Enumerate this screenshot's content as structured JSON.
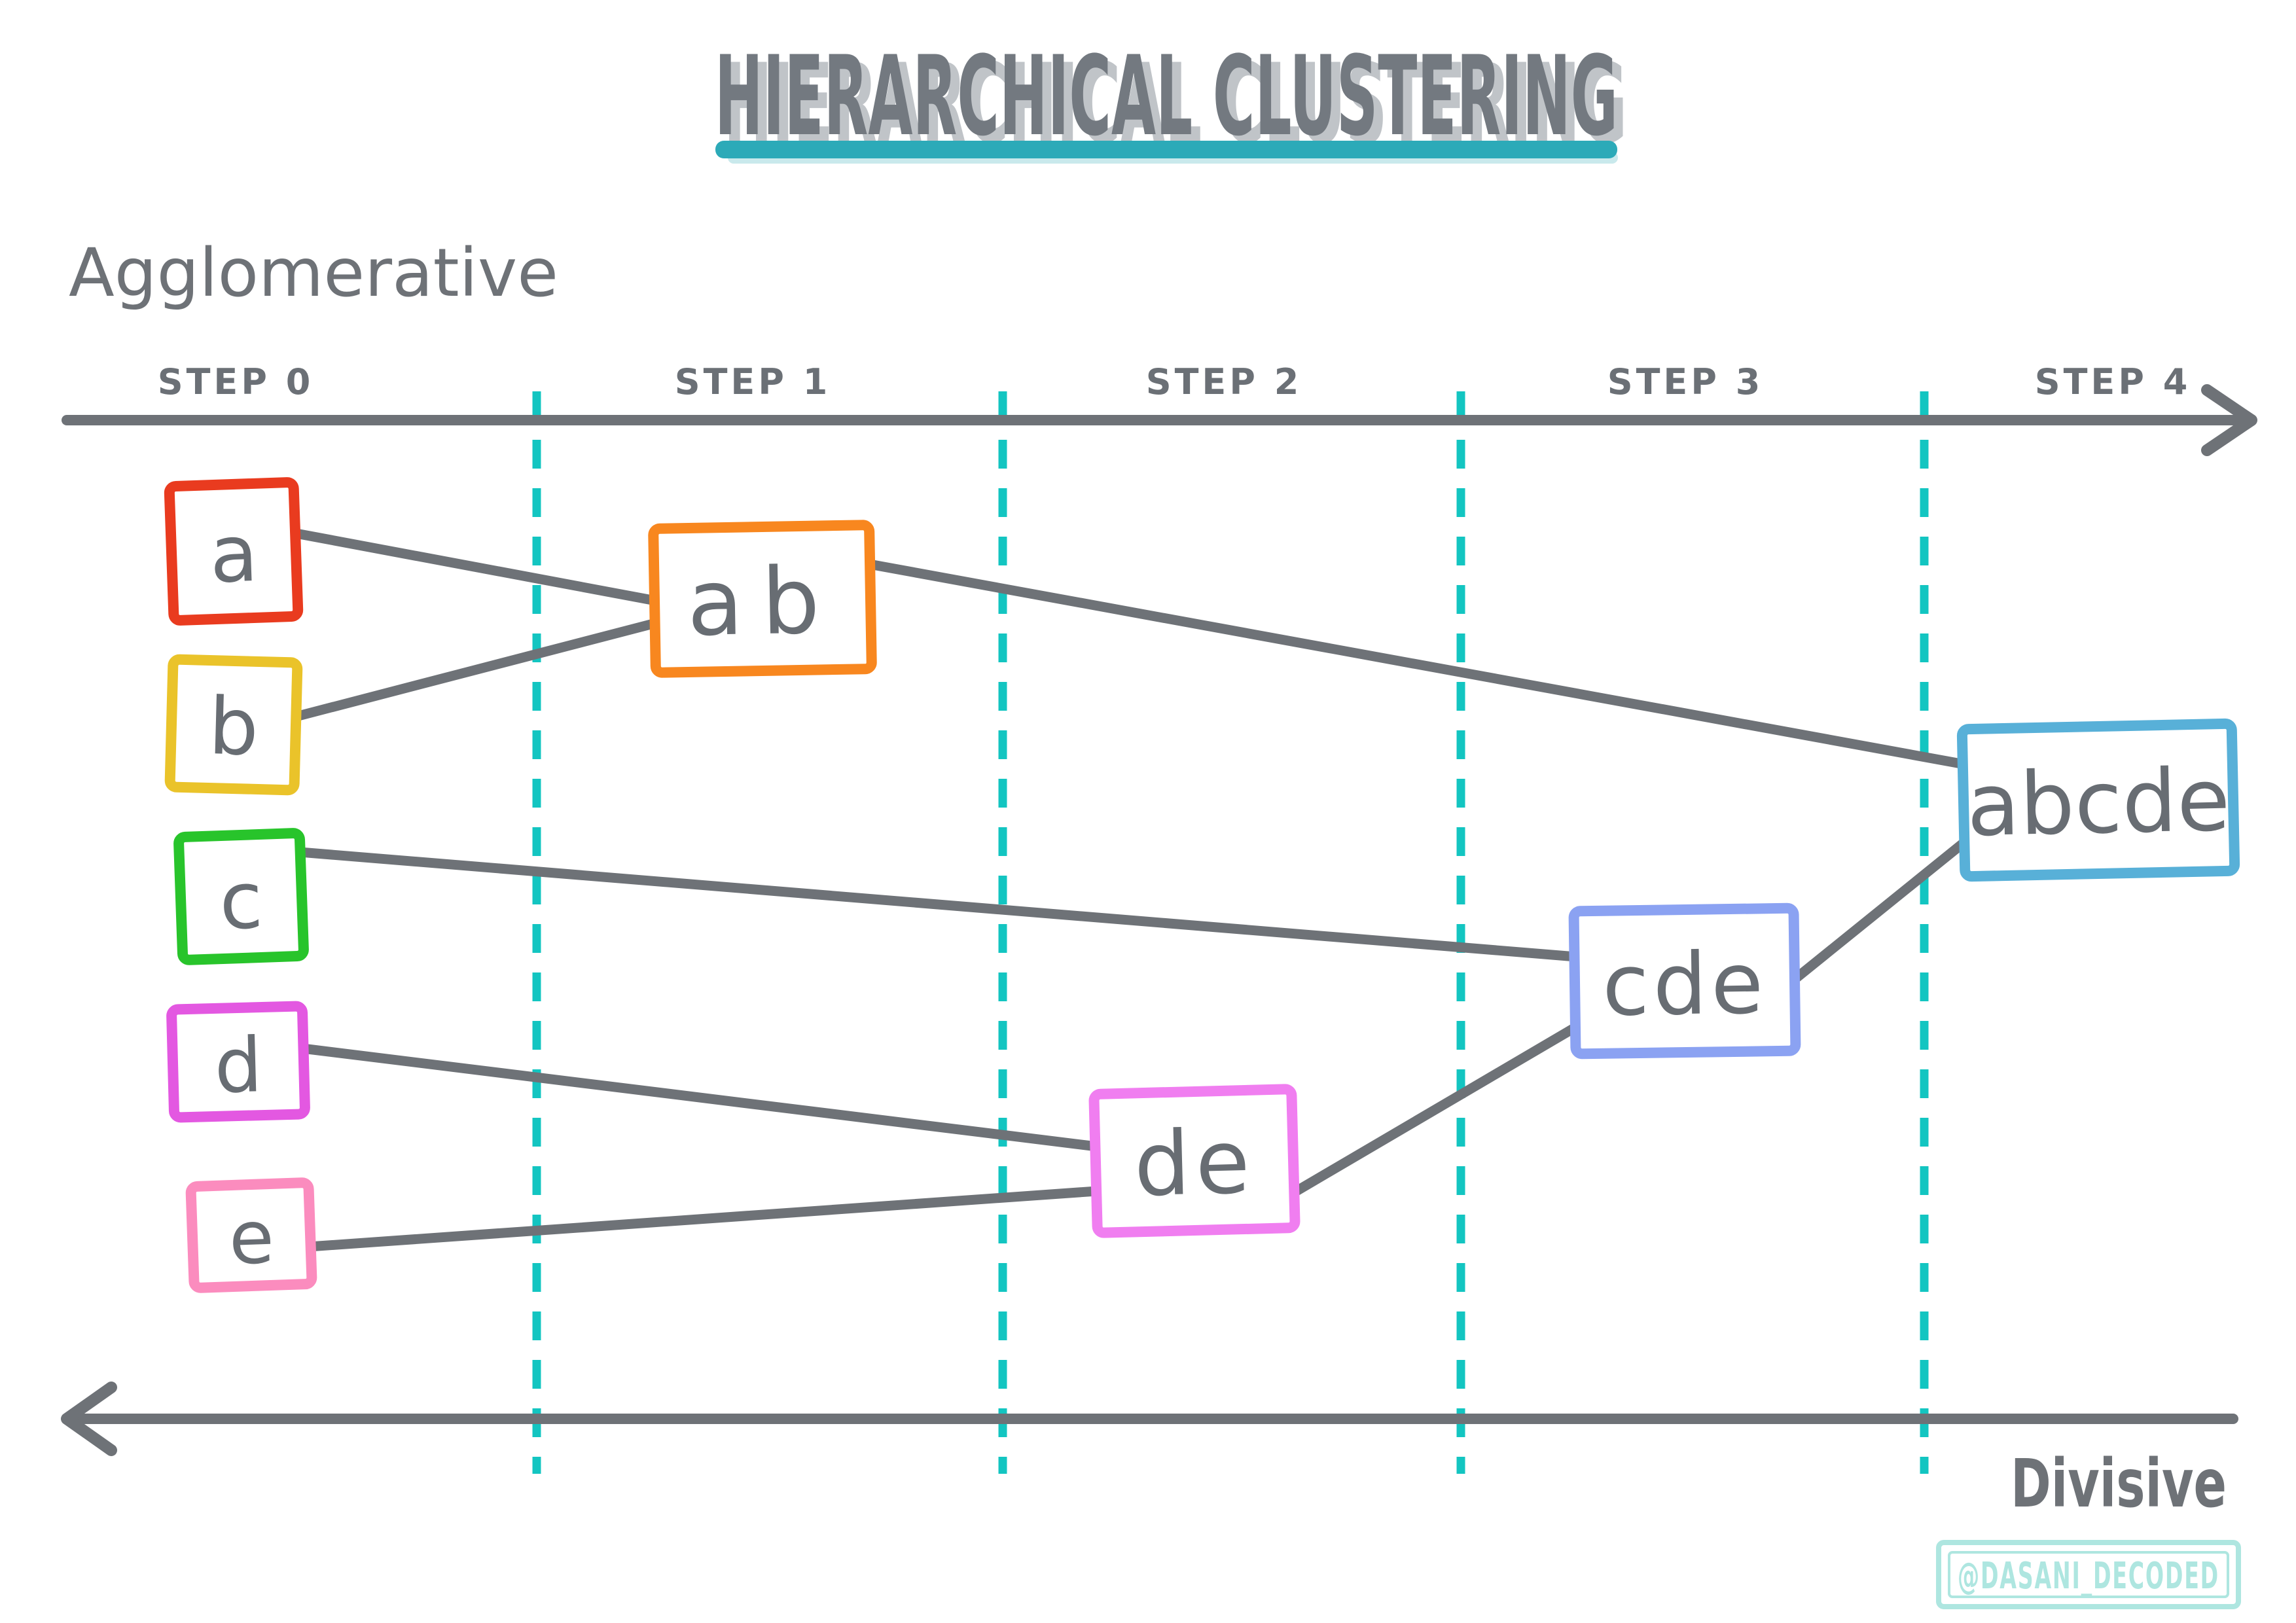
{
  "title": {
    "text": "HIERARCHICAL CLUSTERING",
    "underline_color": "#2caab8"
  },
  "approaches": {
    "agglomerative": "Agglomerative",
    "divisive": "Divisive"
  },
  "timeline": {
    "steps": [
      "STEP 0",
      "STEP 1",
      "STEP 2",
      "STEP 3",
      "STEP 4"
    ],
    "divider_color": "#13c5c1",
    "axis_color": "#6e7277"
  },
  "clusters": [
    {
      "id": "a",
      "label": "a",
      "color": "#e93b1f",
      "step": 0
    },
    {
      "id": "b",
      "label": "b",
      "color": "#eac32a",
      "step": 0
    },
    {
      "id": "c",
      "label": "c",
      "color": "#28c42b",
      "step": 0
    },
    {
      "id": "d",
      "label": "d",
      "color": "#e358e1",
      "step": 0
    },
    {
      "id": "e",
      "label": "e",
      "color": "#fb8cbe",
      "step": 0
    },
    {
      "id": "ab",
      "label": "ab",
      "color": "#f8871f",
      "step": 1
    },
    {
      "id": "de",
      "label": "de",
      "color": "#f07ef0",
      "step": 2
    },
    {
      "id": "cde",
      "label": "cde",
      "color": "#8ba2f2",
      "step": 3
    },
    {
      "id": "abcde",
      "label": "abcde",
      "color": "#58b0d8",
      "step": 4
    }
  ],
  "merges": [
    {
      "from": [
        "a",
        "b"
      ],
      "to": "ab",
      "step": 1
    },
    {
      "from": [
        "d",
        "e"
      ],
      "to": "de",
      "step": 2
    },
    {
      "from": [
        "c",
        "de"
      ],
      "to": "cde",
      "step": 3
    },
    {
      "from": [
        "ab",
        "cde"
      ],
      "to": "abcde",
      "step": 4
    }
  ],
  "watermark": {
    "handle": "@DASANI_DECODED",
    "color": "#aee6e0"
  },
  "colors": {
    "ink": "#6e7277",
    "letter": "#686d73",
    "background": "#ffffff"
  }
}
